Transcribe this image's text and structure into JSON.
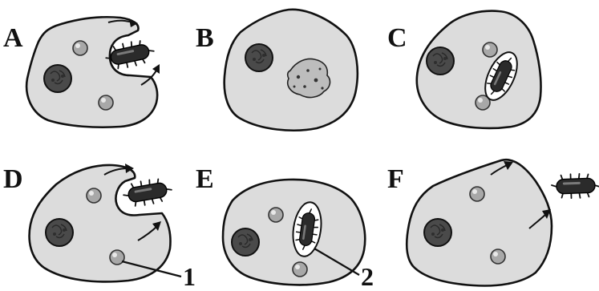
{
  "panels": [
    {
      "id": "A",
      "label": "A"
    },
    {
      "id": "B",
      "label": "B"
    },
    {
      "id": "C",
      "label": "C"
    },
    {
      "id": "D",
      "label": "D"
    },
    {
      "id": "E",
      "label": "E"
    },
    {
      "id": "F",
      "label": "F"
    }
  ],
  "callouts": [
    {
      "label": "1"
    },
    {
      "label": "2"
    }
  ]
}
